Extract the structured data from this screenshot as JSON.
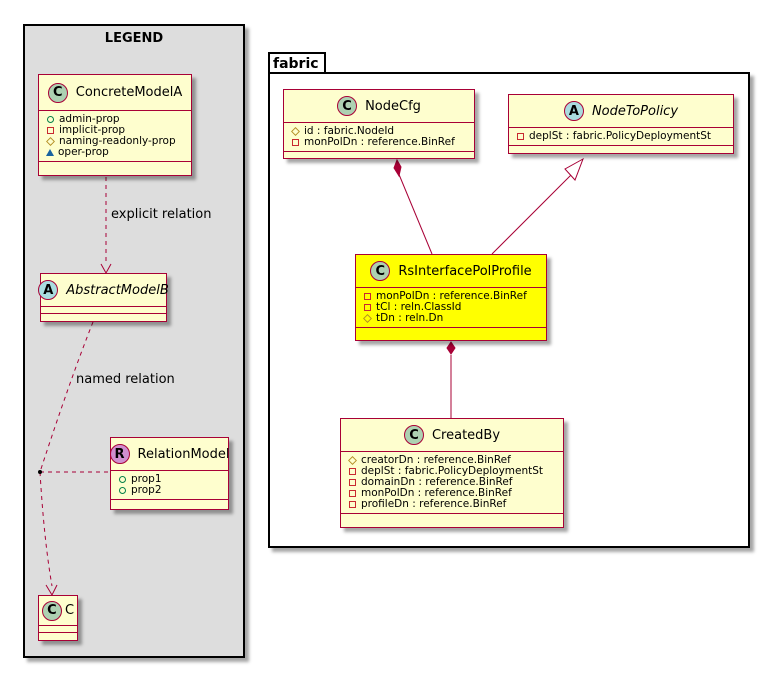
{
  "legend": {
    "title": "LEGEND",
    "concrete": {
      "badge": "C",
      "name": "ConcreteModelA",
      "attrs": [
        {
          "vis": "public",
          "text": "admin-prop"
        },
        {
          "vis": "private",
          "text": "implicit-prop"
        },
        {
          "vis": "protected",
          "text": "naming-readonly-prop"
        },
        {
          "vis": "package",
          "text": "oper-prop"
        }
      ]
    },
    "abstract": {
      "badge": "A",
      "name": "AbstractModelB"
    },
    "relation": {
      "badge": "R",
      "name": "RelationModel",
      "attrs": [
        {
          "vis": "public",
          "text": "prop1"
        },
        {
          "vis": "public",
          "text": "prop2"
        }
      ]
    },
    "c": {
      "badge": "C",
      "name": "C"
    },
    "explicit_relation_label": "explicit relation",
    "named_relation_label": "named relation"
  },
  "fabric": {
    "package_name": "fabric",
    "nodecfg": {
      "badge": "C",
      "name": "NodeCfg",
      "attrs": [
        {
          "vis": "protected",
          "text": "id : fabric.NodeId"
        },
        {
          "vis": "private",
          "text": "monPolDn : reference.BinRef"
        }
      ]
    },
    "nodetopolicy": {
      "badge": "A",
      "name": "NodeToPolicy",
      "attrs": [
        {
          "vis": "private",
          "text": "deplSt : fabric.PolicyDeploymentSt"
        }
      ]
    },
    "rsinterface": {
      "badge": "C",
      "name": "RsInterfacePolProfile",
      "attrs": [
        {
          "vis": "private",
          "text": "monPolDn : reference.BinRef"
        },
        {
          "vis": "private",
          "text": "tCl : reln.ClassId"
        },
        {
          "vis": "protected",
          "text": "tDn : reln.Dn"
        }
      ]
    },
    "createdby": {
      "badge": "C",
      "name": "CreatedBy",
      "attrs": [
        {
          "vis": "protected",
          "text": "creatorDn : reference.BinRef"
        },
        {
          "vis": "private",
          "text": "deplSt : fabric.PolicyDeploymentSt"
        },
        {
          "vis": "private",
          "text": "domainDn : reference.BinRef"
        },
        {
          "vis": "private",
          "text": "monPolDn : reference.BinRef"
        },
        {
          "vis": "private",
          "text": "profileDn : reference.BinRef"
        }
      ]
    }
  },
  "colors": {
    "class_fill": "#fefece",
    "highlight_fill": "#ffff00",
    "border": "#a80036",
    "legend_bg": "#dddddd"
  }
}
